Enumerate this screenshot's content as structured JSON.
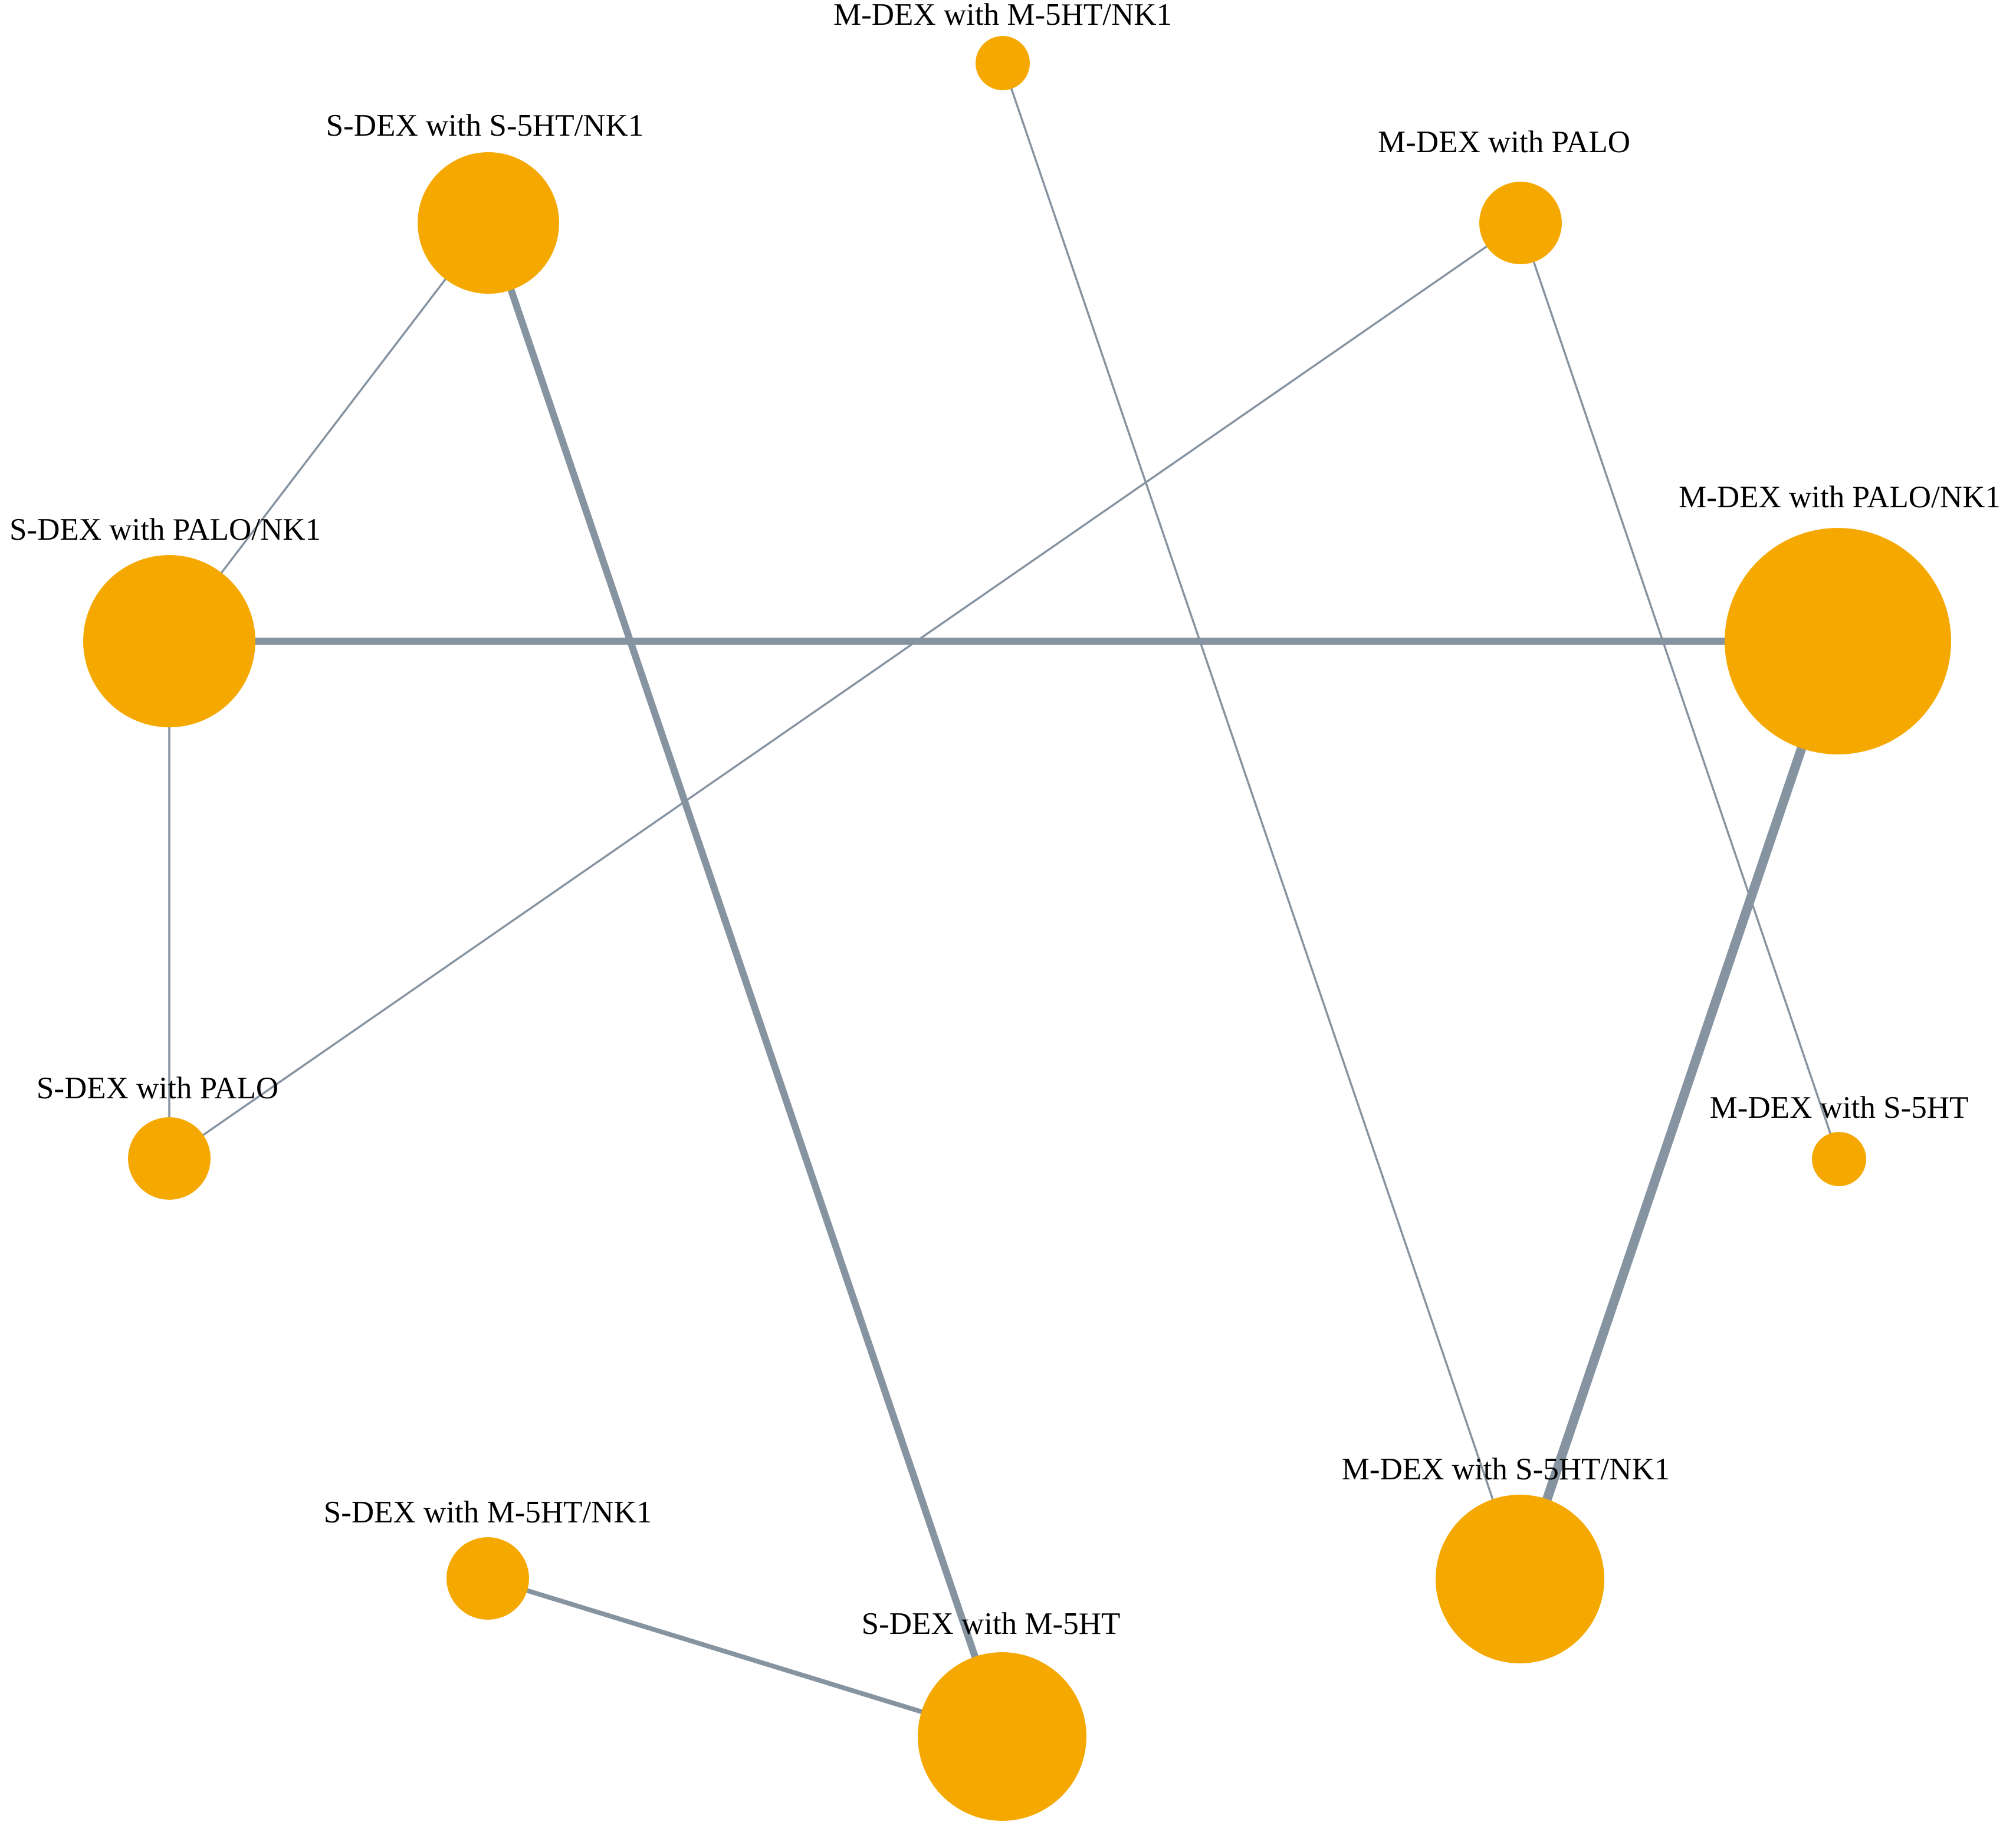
{
  "colors": {
    "node": "#f5a800",
    "edge": "#8693a0",
    "background": "#ffffff",
    "label": "#000000"
  },
  "network": {
    "nodes": [
      {
        "id": "m_dex_m5ht_nk1",
        "label": "M-DEX with M-5HT/NK1"
      },
      {
        "id": "m_dex_palo",
        "label": "M-DEX with PALO"
      },
      {
        "id": "m_dex_palo_nk1",
        "label": "M-DEX with PALO/NK1"
      },
      {
        "id": "m_dex_s5ht",
        "label": "M-DEX with S-5HT"
      },
      {
        "id": "m_dex_s5ht_nk1",
        "label": "M-DEX with S-5HT/NK1"
      },
      {
        "id": "s_dex_m5ht",
        "label": "S-DEX with M-5HT"
      },
      {
        "id": "s_dex_m5ht_nk1",
        "label": "S-DEX with M-5HT/NK1"
      },
      {
        "id": "s_dex_palo",
        "label": "S-DEX with PALO"
      },
      {
        "id": "s_dex_palo_nk1",
        "label": "S-DEX with PALO/NK1"
      },
      {
        "id": "s_dex_s5ht_nk1",
        "label": "S-DEX with S-5HT/NK1"
      }
    ],
    "edges": [
      {
        "source": "s_dex_s5ht_nk1",
        "target": "s_dex_palo_nk1"
      },
      {
        "source": "s_dex_s5ht_nk1",
        "target": "s_dex_m5ht"
      },
      {
        "source": "m_dex_m5ht_nk1",
        "target": "m_dex_s5ht_nk1"
      },
      {
        "source": "m_dex_palo",
        "target": "s_dex_palo"
      },
      {
        "source": "m_dex_palo",
        "target": "m_dex_s5ht"
      },
      {
        "source": "s_dex_palo_nk1",
        "target": "m_dex_palo_nk1"
      },
      {
        "source": "s_dex_palo_nk1",
        "target": "s_dex_palo"
      },
      {
        "source": "m_dex_palo_nk1",
        "target": "m_dex_s5ht_nk1"
      },
      {
        "source": "s_dex_m5ht_nk1",
        "target": "s_dex_m5ht"
      }
    ]
  }
}
